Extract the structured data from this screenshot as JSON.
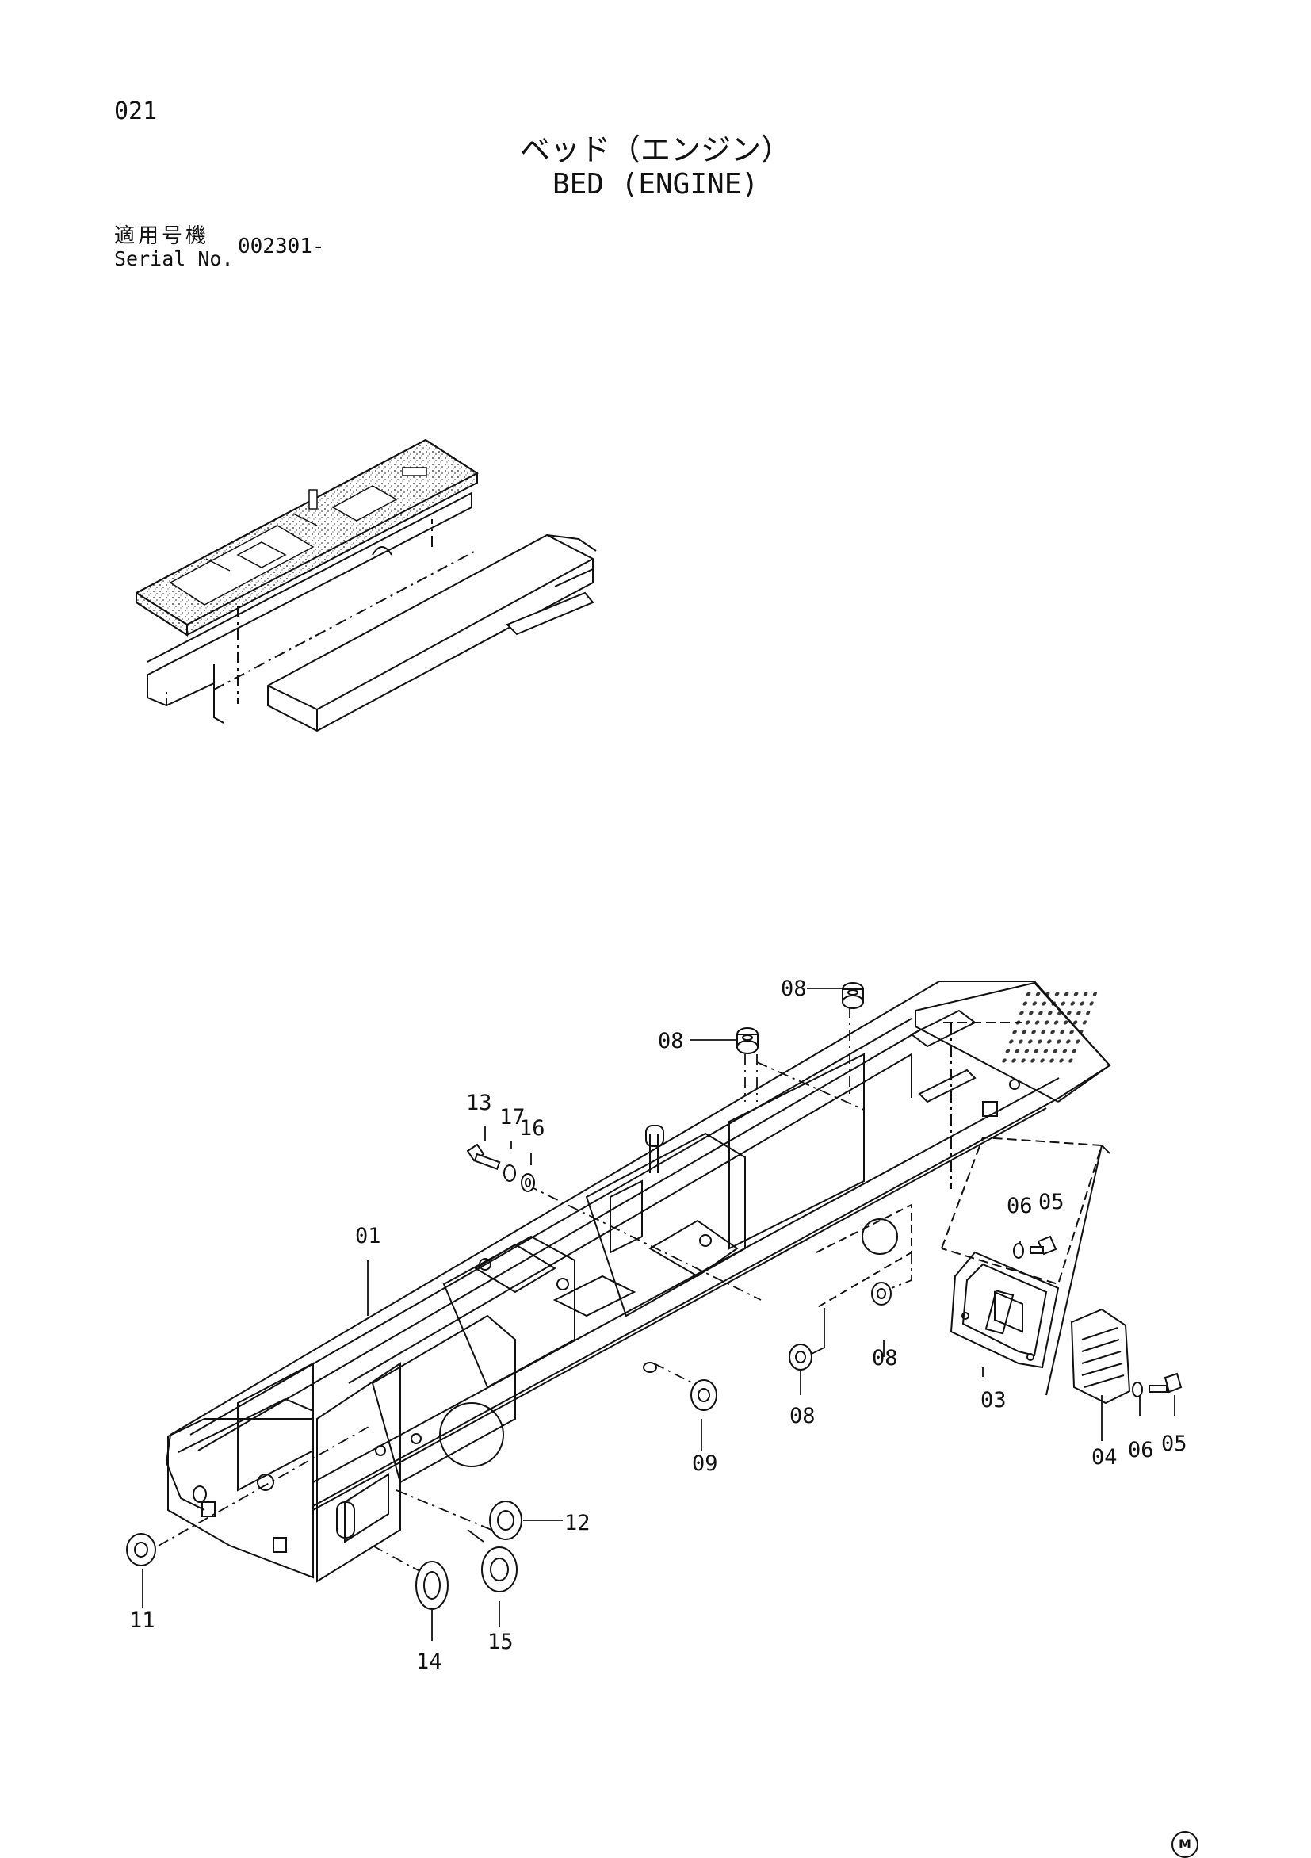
{
  "header": {
    "page_number": "021",
    "title_jp": "ベッド（エンジン）",
    "title_en": "BED (ENGINE)",
    "serial_label_jp": "適用号機",
    "serial_label_en": "Serial No.",
    "serial_value": "002301-"
  },
  "callouts": [
    {
      "id": "c01",
      "label": "01"
    },
    {
      "id": "c03",
      "label": "03"
    },
    {
      "id": "c04",
      "label": "04"
    },
    {
      "id": "c05a",
      "label": "05"
    },
    {
      "id": "c05b",
      "label": "05"
    },
    {
      "id": "c06a",
      "label": "06"
    },
    {
      "id": "c06b",
      "label": "06"
    },
    {
      "id": "c08a",
      "label": "08"
    },
    {
      "id": "c08b",
      "label": "08"
    },
    {
      "id": "c08c",
      "label": "08"
    },
    {
      "id": "c08d",
      "label": "08"
    },
    {
      "id": "c09",
      "label": "09"
    },
    {
      "id": "c11",
      "label": "11"
    },
    {
      "id": "c12",
      "label": "12"
    },
    {
      "id": "c13",
      "label": "13"
    },
    {
      "id": "c14",
      "label": "14"
    },
    {
      "id": "c15",
      "label": "15"
    },
    {
      "id": "c16",
      "label": "16"
    },
    {
      "id": "c17",
      "label": "17"
    }
  ],
  "footer": {
    "mark": "M"
  }
}
